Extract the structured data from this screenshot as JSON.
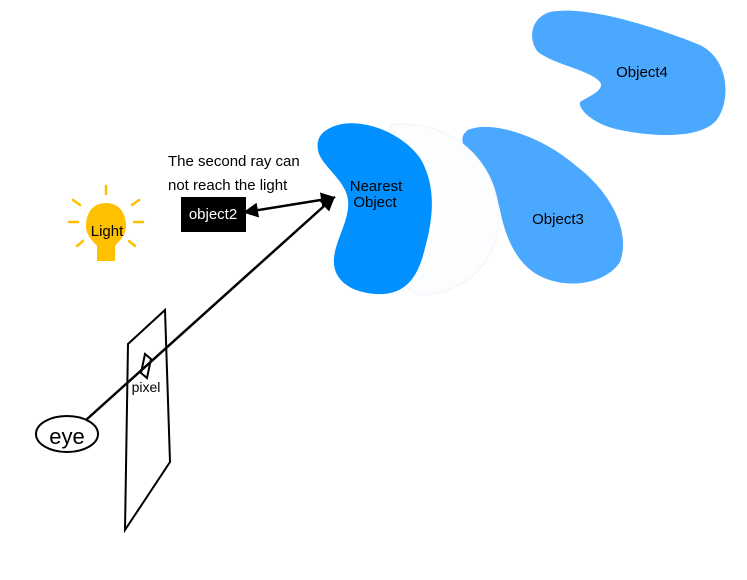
{
  "labels": {
    "light": "Light",
    "eye": "eye",
    "pixel": "pixel",
    "nearest_line1": "Nearest",
    "nearest_line2": "Object",
    "object2": "object2",
    "object3": "Object3",
    "object4": "Object4",
    "note_line1": "The second ray can",
    "note_line2": "not reach the light"
  },
  "colors": {
    "nearest_object": "#0090ff",
    "other_objects": "#4aa8ff",
    "light_bulb": "#ffc000",
    "object2_box": "#000000",
    "lines": "#000000"
  },
  "icons": {
    "light": "light-bulb-icon"
  }
}
